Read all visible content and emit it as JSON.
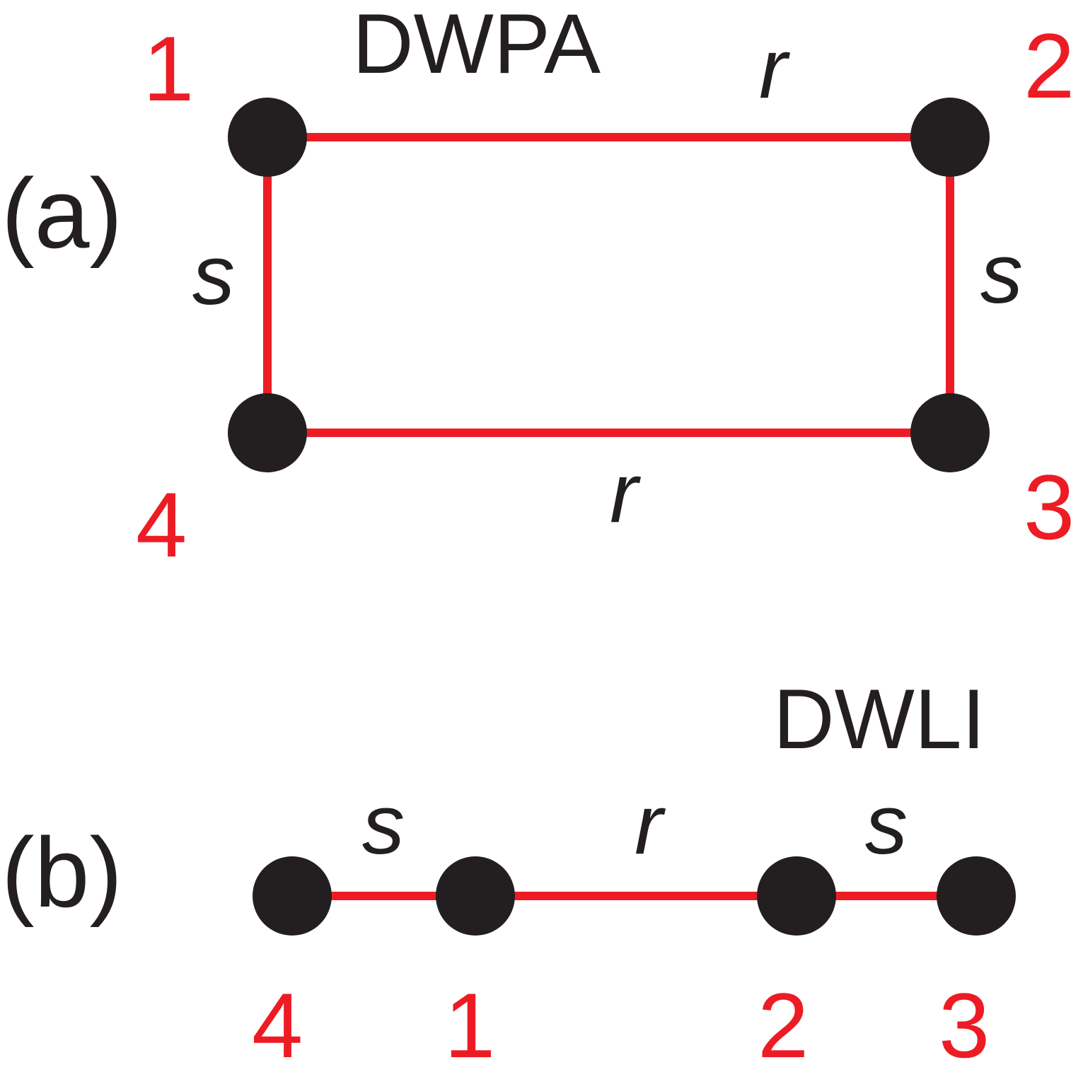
{
  "colors": {
    "edge": "#ed1c24",
    "node": "#231f20",
    "number": "#ed1c24",
    "text": "#231f20"
  },
  "panel_a": {
    "panel_label": "(a)",
    "title": "DWPA",
    "nodes": [
      "1",
      "2",
      "3",
      "4"
    ],
    "edges": [
      {
        "from": "1",
        "to": "2",
        "label": "r"
      },
      {
        "from": "2",
        "to": "3",
        "label": "s"
      },
      {
        "from": "3",
        "to": "4",
        "label": "r"
      },
      {
        "from": "4",
        "to": "1",
        "label": "s"
      }
    ]
  },
  "panel_b": {
    "panel_label": "(b)",
    "title": "DWLI",
    "nodes": [
      "4",
      "1",
      "2",
      "3"
    ],
    "edges": [
      {
        "from": "4",
        "to": "1",
        "label": "s"
      },
      {
        "from": "1",
        "to": "2",
        "label": "r"
      },
      {
        "from": "2",
        "to": "3",
        "label": "s"
      }
    ]
  }
}
